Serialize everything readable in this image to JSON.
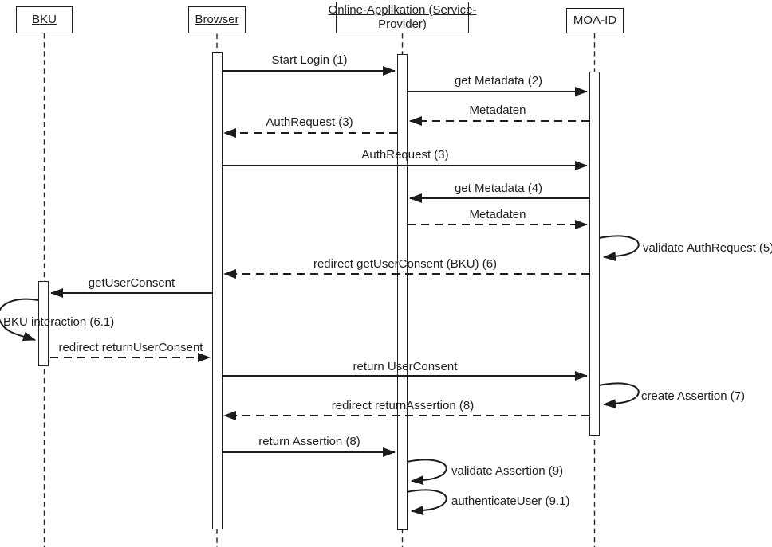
{
  "diagram_type": "uml-sequence-diagram",
  "colors": {
    "background": "#ffffff",
    "line": "#1f1f1f",
    "text": "#1f1f1f"
  },
  "actors": [
    {
      "id": "bku",
      "line1": "BKU"
    },
    {
      "id": "browser",
      "line1": "Browser"
    },
    {
      "id": "online-applikation",
      "line1": "Online-Applikation (Service-",
      "line2": "Provider)"
    },
    {
      "id": "moa-id",
      "line1": "MOA-ID"
    }
  ],
  "messages": [
    {
      "label": "Start Login (1)",
      "from": "Browser",
      "to": "Online-Applikation (Service-Provider)",
      "line": "solid"
    },
    {
      "label": "get Metadata (2)",
      "from": "Online-Applikation (Service-Provider)",
      "to": "MOA-ID",
      "line": "solid"
    },
    {
      "label": "Metadaten",
      "from": "MOA-ID",
      "to": "Online-Applikation (Service-Provider)",
      "line": "dashed"
    },
    {
      "label": "AuthRequest (3)",
      "from": "Online-Applikation (Service-Provider)",
      "to": "Browser",
      "line": "dashed"
    },
    {
      "label": "AuthRequest (3)",
      "from": "Browser",
      "to": "MOA-ID",
      "line": "solid"
    },
    {
      "label": "get Metadata (4)",
      "from": "MOA-ID",
      "to": "Online-Applikation (Service-Provider)",
      "line": "solid"
    },
    {
      "label": "Metadaten",
      "from": "Online-Applikation (Service-Provider)",
      "to": "MOA-ID",
      "line": "dashed"
    },
    {
      "label": "validate AuthRequest (5)",
      "from": "MOA-ID",
      "to": "MOA-ID",
      "line": "self"
    },
    {
      "label": "redirect getUserConsent (BKU) (6)",
      "from": "MOA-ID",
      "to": "Browser",
      "line": "dashed"
    },
    {
      "label": "getUserConsent",
      "from": "Browser",
      "to": "BKU",
      "line": "solid"
    },
    {
      "label": "BKU interaction (6.1)",
      "from": "BKU",
      "to": "BKU",
      "line": "self"
    },
    {
      "label": "redirect returnUserConsent",
      "from": "BKU",
      "to": "Browser",
      "line": "dashed"
    },
    {
      "label": "return UserConsent",
      "from": "Browser",
      "to": "MOA-ID",
      "line": "solid"
    },
    {
      "label": "create Assertion (7)",
      "from": "MOA-ID",
      "to": "MOA-ID",
      "line": "self"
    },
    {
      "label": "redirect returnAssertion (8)",
      "from": "MOA-ID",
      "to": "Browser",
      "line": "dashed"
    },
    {
      "label": "return Assertion (8)",
      "from": "Browser",
      "to": "Online-Applikation (Service-Provider)",
      "line": "solid"
    },
    {
      "label": "validate Assertion (9)",
      "from": "Online-Applikation (Service-Provider)",
      "to": "Online-Applikation (Service-Provider)",
      "line": "self"
    },
    {
      "label": "authenticateUser (9.1)",
      "from": "Online-Applikation (Service-Provider)",
      "to": "Online-Applikation (Service-Provider)",
      "line": "self"
    }
  ]
}
